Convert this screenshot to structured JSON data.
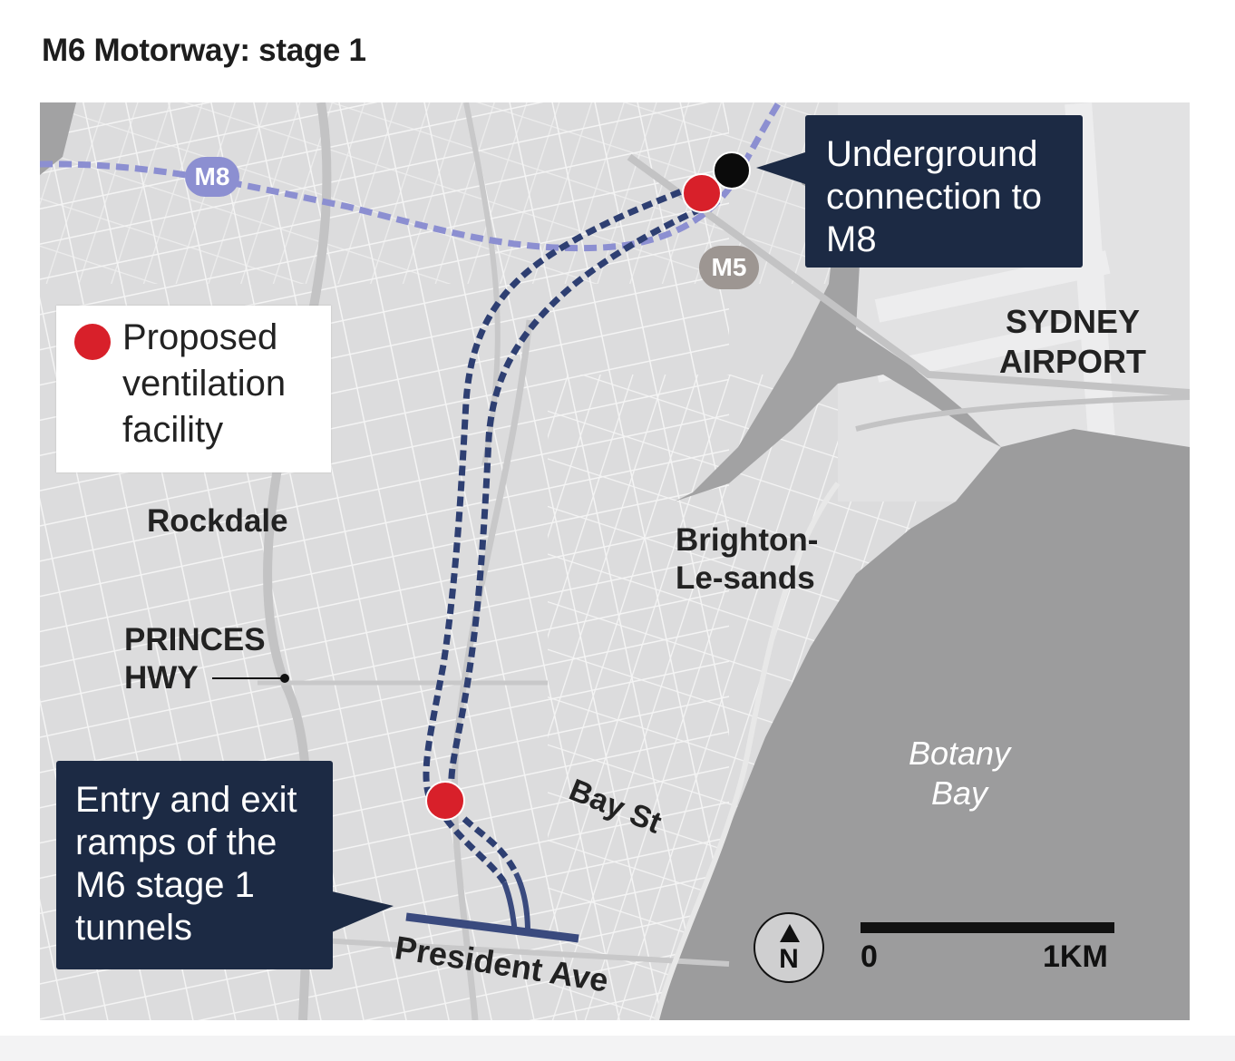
{
  "title": "M6 Motorway: stage 1",
  "colors": {
    "ventilation": "#d8202a",
    "tunnel": "#2e3f72",
    "m8_route": "#8c8fd1",
    "m5_badge": "#9d9692",
    "callout_bg": "#1c2a44",
    "water": "#9c9c9d",
    "land": "#dcdcdd"
  },
  "legend": {
    "icon": "red-circle-icon",
    "text": "Proposed ventilation facility"
  },
  "routes": {
    "m8": "M8",
    "m5": "M5"
  },
  "callouts": {
    "top": "Underground connection to M8",
    "bottom": "Entry and exit ramps of the M6 stage 1 tunnels"
  },
  "places": {
    "sydney_airport": "SYDNEY\nAIRPORT",
    "rockdale": "Rockdale",
    "brighton": "Brighton-\nLe-sands",
    "princes_hwy": "PRINCES\nHWY",
    "bay_st": "Bay St",
    "president_ave": "President Ave",
    "botany_bay": "Botany\nBay"
  },
  "compass": {
    "icon": "north-arrow-icon",
    "letter": "N"
  },
  "scale": {
    "start": "0",
    "end": "1KM"
  }
}
